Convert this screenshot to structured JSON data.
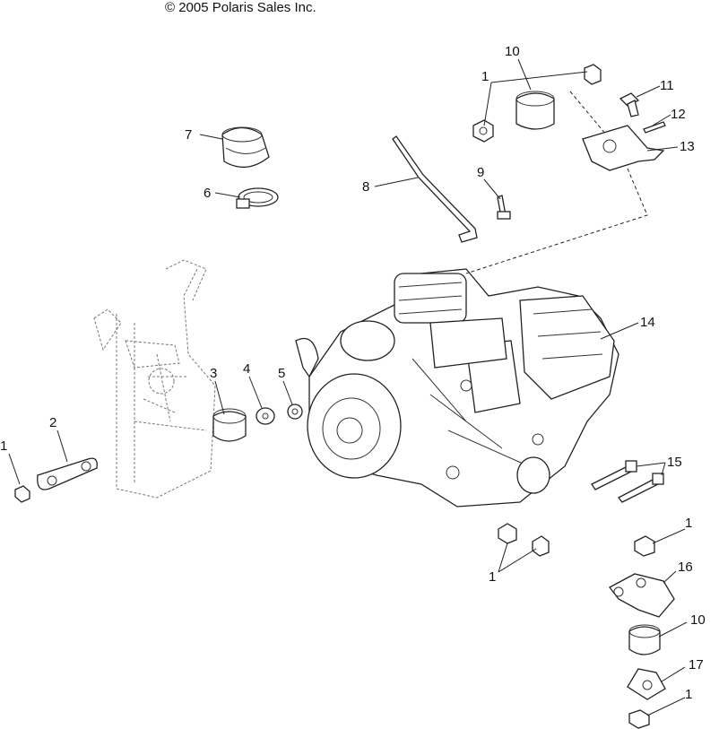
{
  "header": {
    "copyright": "© 2005 Polaris Sales Inc."
  },
  "callouts": {
    "c1_top": "1",
    "c10_top": "10",
    "c11": "11",
    "c12": "12",
    "c13": "13",
    "c7": "7",
    "c6": "6",
    "c8": "8",
    "c9": "9",
    "c14": "14",
    "c3": "3",
    "c4": "4",
    "c5": "5",
    "c2": "2",
    "c1_left": "1",
    "c15": "15",
    "c1_mid": "1",
    "c1_right": "1",
    "c16": "16",
    "c10_bottom": "10",
    "c17": "17",
    "c1_bottom": "1"
  }
}
